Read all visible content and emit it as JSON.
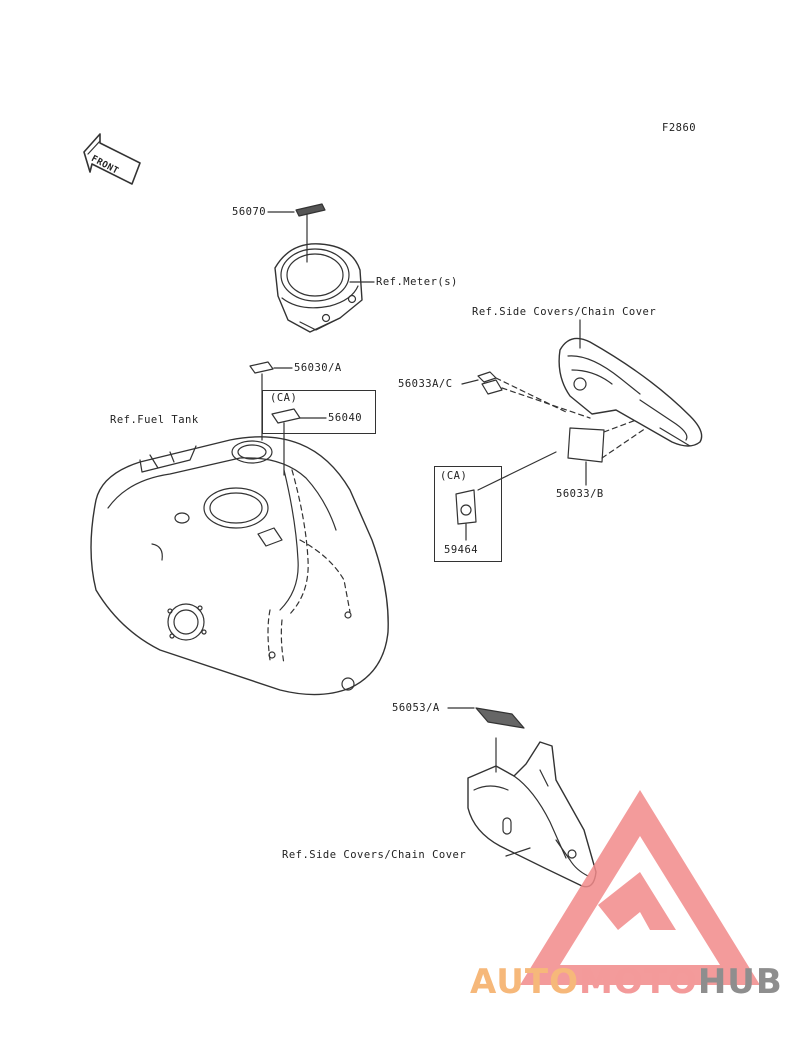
{
  "figure_code": "F2860",
  "front_label": "FRONT",
  "labels": {
    "p56070": "56070",
    "ref_meter": "Ref.Meter(s)",
    "p56030a": "56030/A",
    "ca1": "(CA)",
    "p56040": "56040",
    "ref_fuel_tank": "Ref.Fuel Tank",
    "ref_side_covers_top": "Ref.Side Covers/Chain Cover",
    "p56033ac": "56033A/C",
    "ca2": "(CA)",
    "p56033b": "56033/B",
    "p59464": "59464",
    "p56053a": "56053/A",
    "ref_side_covers_bottom": "Ref.Side Covers/Chain Cover"
  },
  "watermark": {
    "part1": "AUTO",
    "part2": "MOTO",
    "part3": "HUB",
    "colors": {
      "part1": "#f6b87a",
      "part2": "#f39a9a",
      "part3": "#8e8e8e",
      "triangle": "#f28a8a"
    }
  }
}
